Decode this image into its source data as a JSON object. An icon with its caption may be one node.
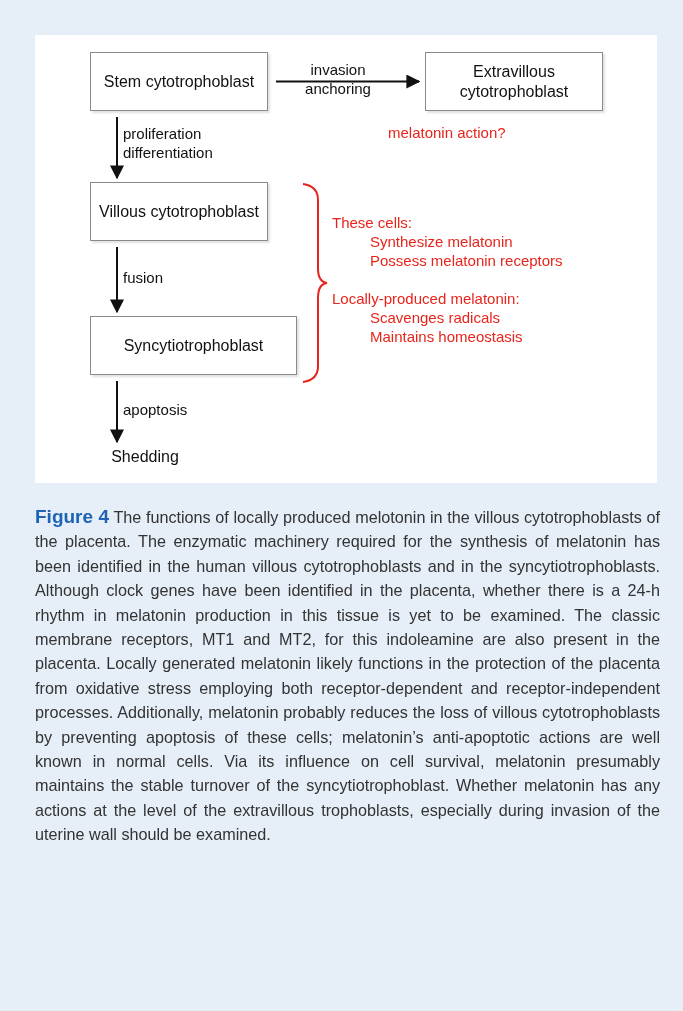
{
  "diagram": {
    "caption": "**Figure 4** The functions of locally produced melotonin in the villous cytotrophoblasts of the placenta. The enzymatic machinery required for the synthesis of melatonin has been identified in the human villous cytotrophoblasts and in the syncytiotrophoblasts. Although clock genes have been identified in the placenta, whether there is a 24-h rhythm in melatonin production in this tissue is yet to be examined. The classic membrane receptors, MT1 and MT2, for this indoleamine are also present in the placenta. Locally generated melatonin likely functions in the protection of the placenta from oxidative stress employing both receptor-dependent and receptor-independent processes. Additionally, melatonin probably reduces the loss of villous cytotrophoblasts by preventing apoptosis of these cells; melatonin’s anti-apoptotic actions are well known in normal cells. Via its influence on cell survival, melatonin presumably maintains the stable turnover of the syncytiotrophoblast. Whether melatonin has any actions at the level of the extravillous trophoblasts, especially during invasion of the uterine wall should be examined.",
    "nodes": [
      {
        "text": [
          "Stem cytotrophoblast"
        ]
      },
      {
        "text": [
          "Extravillous cytotrophoblast"
        ]
      },
      {
        "text": [
          "Villous cytotrophoblast"
        ]
      },
      {
        "text": [
          "Syncytiotrophoblast"
        ]
      },
      {
        "text": [
          "Shedding"
        ]
      }
    ],
    "edges": [
      {
        "from": 0,
        "to": 1,
        "arrow": "to",
        "label": "invasion anchoring"
      },
      {
        "from": 0,
        "to": 2,
        "arrow": "to",
        "label": "proliferation differentiation"
      },
      {
        "from": 2,
        "to": 3,
        "arrow": "to",
        "label": "fusion"
      },
      {
        "from": 3,
        "to": 4,
        "arrow": "to",
        "label": "apoptosis"
      }
    ],
    "labels": [
      "melatonin action?",
      "These cells:",
      "Synthesize melatonin",
      "Possess melatonin receptors",
      "Locally-produced melatonin:",
      "Scavenges radicals",
      "Maintains homeostasis"
    ]
  }
}
